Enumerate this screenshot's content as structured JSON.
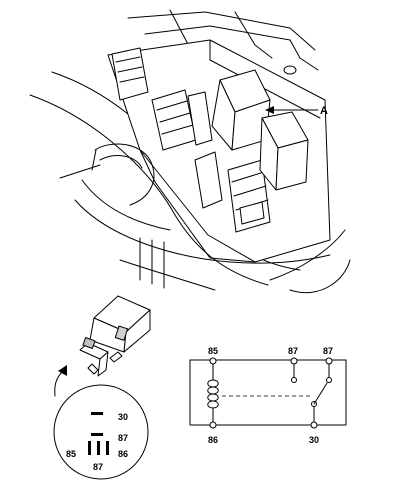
{
  "callout": {
    "label": "A"
  },
  "pinout": {
    "pins": [
      "30",
      "87",
      "85",
      "86",
      "87"
    ]
  },
  "schematic": {
    "terminals": {
      "t85": "85",
      "t87a": "87",
      "t87b": "87",
      "t86": "86",
      "t30": "30"
    }
  }
}
